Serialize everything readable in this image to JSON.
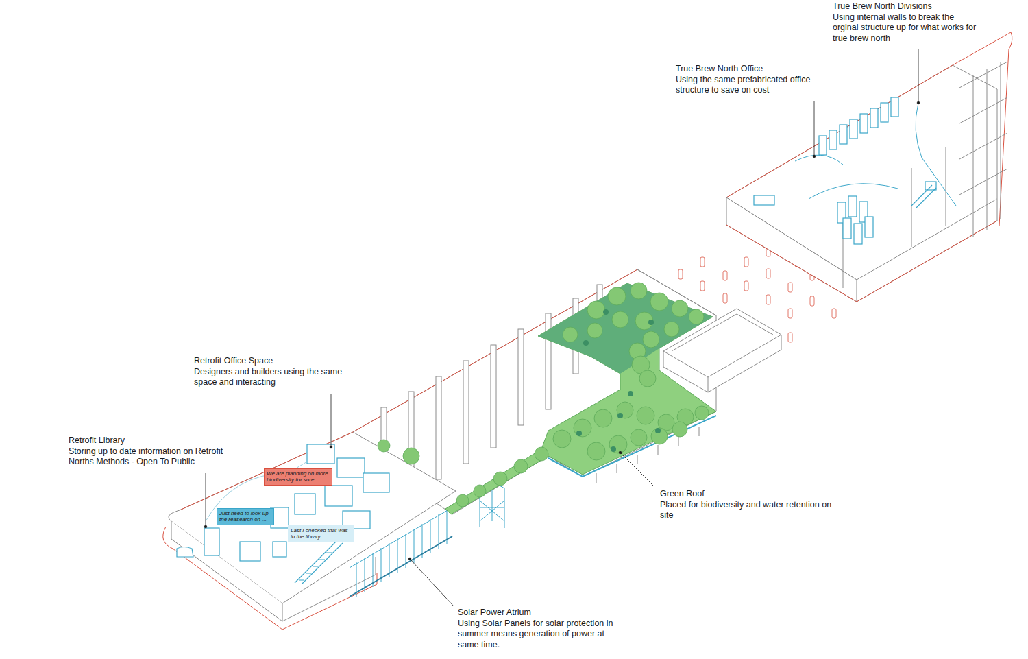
{
  "diagram": {
    "nodes": [
      {
        "text": [
          "We are planning on more biodiversity for sure"
        ]
      },
      {
        "text": [
          "Just need to look up the reasearch on ..."
        ]
      },
      {
        "text": [
          "Last I checked that was in the library."
        ]
      }
    ],
    "labels": [
      "True Brew North Divisions",
      "Using internal walls to break the orginal structure up for what works for true brew north",
      "True Brew North Office",
      "Using the same prefabricated office structure to save on cost",
      "Retrofit Office Space",
      "Designers and builders using the same space and interacting",
      "Retrofit Library",
      "Storing up to date information on Retrofit Norths Methods - Open To Public",
      "Green Roof",
      "Placed for biodiversity and water retention on site",
      "Solar Power Atrium",
      "Using Solar Panels for solar protection in summer means generation of power at same time."
    ]
  }
}
